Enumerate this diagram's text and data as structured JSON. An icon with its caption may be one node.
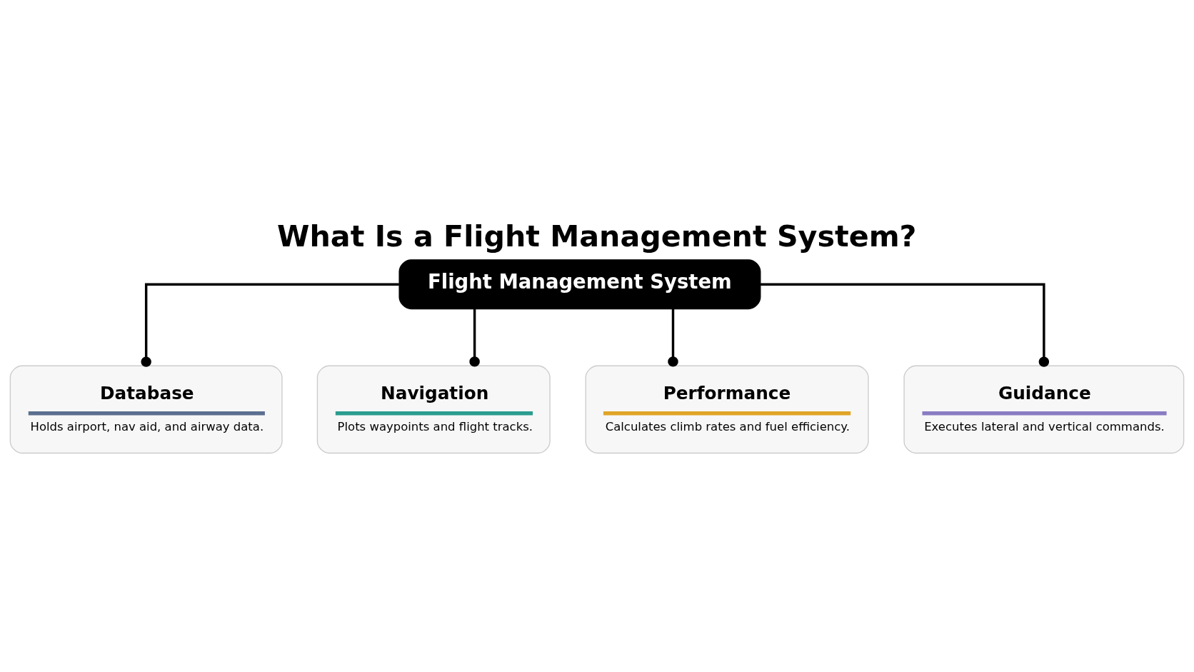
{
  "diagram": {
    "title": "What Is a Flight Management System?",
    "nodes": [
      {
        "text": [
          "Flight Management System"
        ]
      },
      {
        "text": [
          "Database",
          "Holds airport, nav aid, and airway data."
        ]
      },
      {
        "text": [
          "Navigation",
          "Plots waypoints and flight tracks."
        ]
      },
      {
        "text": [
          "Performance",
          "Calculates climb rates and fuel efficiency."
        ]
      },
      {
        "text": [
          "Guidance",
          "Executes lateral and vertical commands."
        ]
      }
    ],
    "edges": [
      {
        "from": 0,
        "to": 1,
        "arrow": "other"
      },
      {
        "from": 0,
        "to": 2,
        "arrow": "other"
      },
      {
        "from": 0,
        "to": 3,
        "arrow": "other"
      },
      {
        "from": 0,
        "to": 4,
        "arrow": "other"
      }
    ]
  }
}
